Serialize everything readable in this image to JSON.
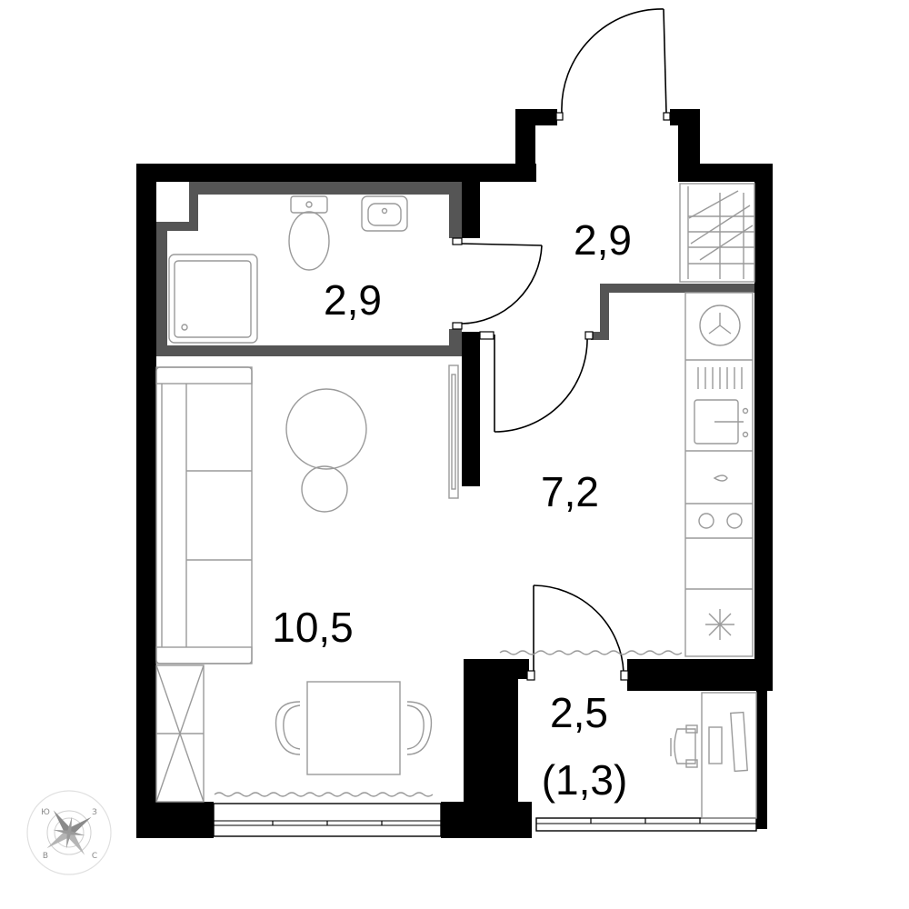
{
  "rooms": {
    "bathroom": {
      "area": "2,9"
    },
    "hallway": {
      "area": "2,9"
    },
    "kitchen": {
      "area": "7,2"
    },
    "living": {
      "area": "10,5"
    },
    "balcony": {
      "area": "2,5",
      "reduced_area": "(1,3)"
    }
  },
  "compass": {
    "north": "С",
    "south": "Ю",
    "east": "В",
    "west": "З"
  },
  "colors": {
    "wall": "#000000",
    "interior_wall": "#555555",
    "furniture": "#9a9a9a"
  }
}
